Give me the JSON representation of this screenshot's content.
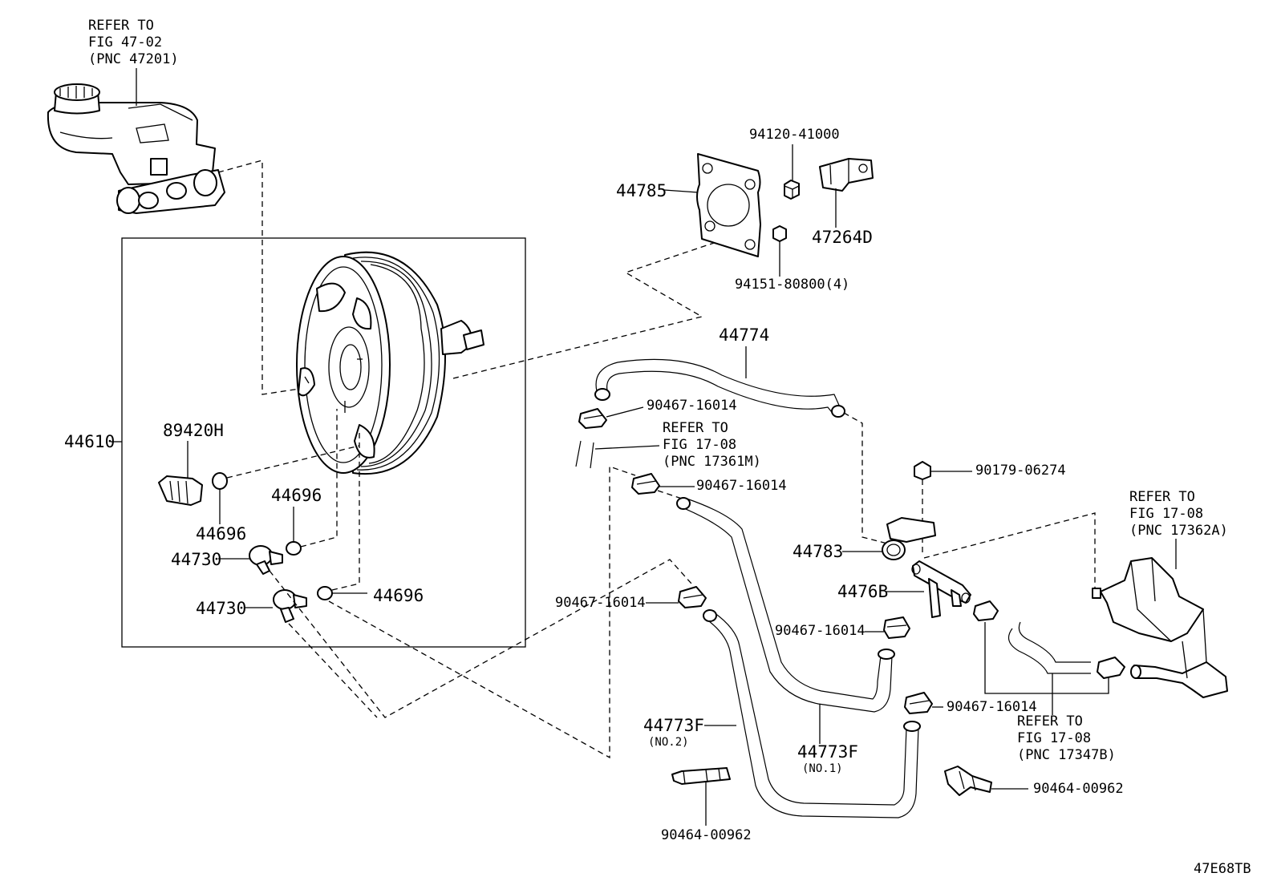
{
  "labels": {
    "ref_master_cyl": [
      "REFER TO",
      "FIG 47-02",
      "(PNC 47201)"
    ],
    "p94120": "94120-41000",
    "p44785": "44785",
    "p47264d": "47264D",
    "p94151": "94151-80800(4)",
    "p44774": "44774",
    "p44610": "44610",
    "p89420h": "89420H",
    "p44696_a": "44696",
    "p44696_b": "44696",
    "p44696_c": "44696",
    "p44730_a": "44730",
    "p44730_b": "44730",
    "p90467_a": "90467-16014",
    "ref_17361m": [
      "REFER TO",
      "FIG 17-08",
      "(PNC 17361M)"
    ],
    "p90467_b": "90467-16014",
    "p90179": "90179-06274",
    "ref_17362a": [
      "REFER TO",
      "FIG 17-08",
      "(PNC 17362A)"
    ],
    "p44783": "44783",
    "p4476b": "4476B",
    "p90467_c": "90467-16014",
    "p90467_d": "90467-16014",
    "p90467_e": "90467-16014",
    "ref_17347b": [
      "REFER TO",
      "FIG 17-08",
      "(PNC 17347B)"
    ],
    "p44773f_no2": "44773F",
    "no2": "(NO.2)",
    "p44773f_no1": "44773F",
    "no1": "(NO.1)",
    "p90464_a": "90464-00962",
    "p90464_b": "90464-00962",
    "figure_code": "47E68TB"
  }
}
